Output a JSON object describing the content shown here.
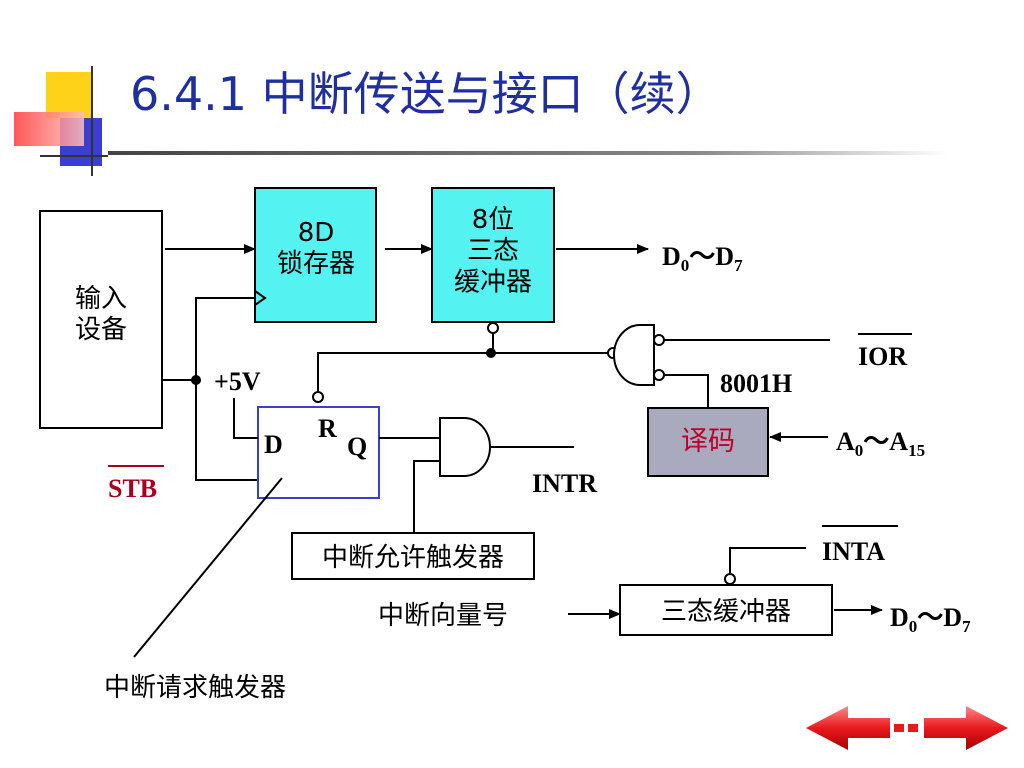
{
  "title": "6.4.1  中断传送与接口（续）",
  "colors": {
    "title": "#1f2fa0",
    "box_fill": "#55f2f2",
    "decoder_fill": "#a9aabd",
    "decoder_text": "#c0002a",
    "stb_text": "#a8001e",
    "arrow_red": "#e8191d"
  },
  "diagram": {
    "input_device": "输入\n设备",
    "latch": "8D\n锁存器",
    "tristate_buffer": "8位\n三态\n缓冲器",
    "data_out_top": {
      "base": "D",
      "sub1": "0",
      "mid": "～D",
      "sub2": "7"
    },
    "ior": "IOR",
    "address_8001h": "8001H",
    "decoder": "译码",
    "address_in": {
      "base": "A",
      "sub1": "0",
      "mid": "～A",
      "sub2": "15"
    },
    "plus5v": "+5V",
    "ff_d": "D",
    "ff_r": "R",
    "ff_q": "Q",
    "stb": "STB",
    "intr": "INTR",
    "interrupt_enable_ff": "中断允许触发器",
    "inta": "INTA",
    "vector_number": "中断向量号",
    "tristate_buffer2": "三态缓冲器",
    "data_out_bottom": {
      "base": "D",
      "sub1": "0",
      "mid": "～D",
      "sub2": "7"
    },
    "interrupt_request_ff": "中断请求触发器"
  }
}
